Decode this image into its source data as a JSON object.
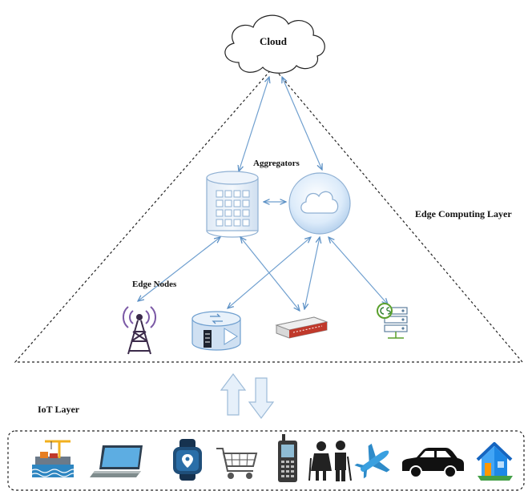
{
  "labels": {
    "cloud": "Cloud",
    "aggregators": "Aggregators",
    "edge_layer": "Edge Computing Layer",
    "edge_nodes": "Edge Nodes",
    "iot_layer": "IoT Layer"
  },
  "colors": {
    "arrow": "#6f9fcf",
    "bigArrowFill": "#e6f0fa",
    "bigArrowStroke": "#9dbbd8",
    "dashed": "#222222",
    "cloudFill": "#ffffff"
  },
  "icons": {
    "edge_nodes": [
      "radio-tower-icon",
      "router-icon",
      "gateway-device-icon",
      "cloud-server-icon"
    ],
    "iot_devices": [
      "port-crane-icon",
      "laptop-icon",
      "smartwatch-icon",
      "shopping-cart-icon",
      "mobile-phone-icon",
      "elderly-couple-icon",
      "airplane-icon",
      "car-icon",
      "smart-home-icon"
    ]
  }
}
